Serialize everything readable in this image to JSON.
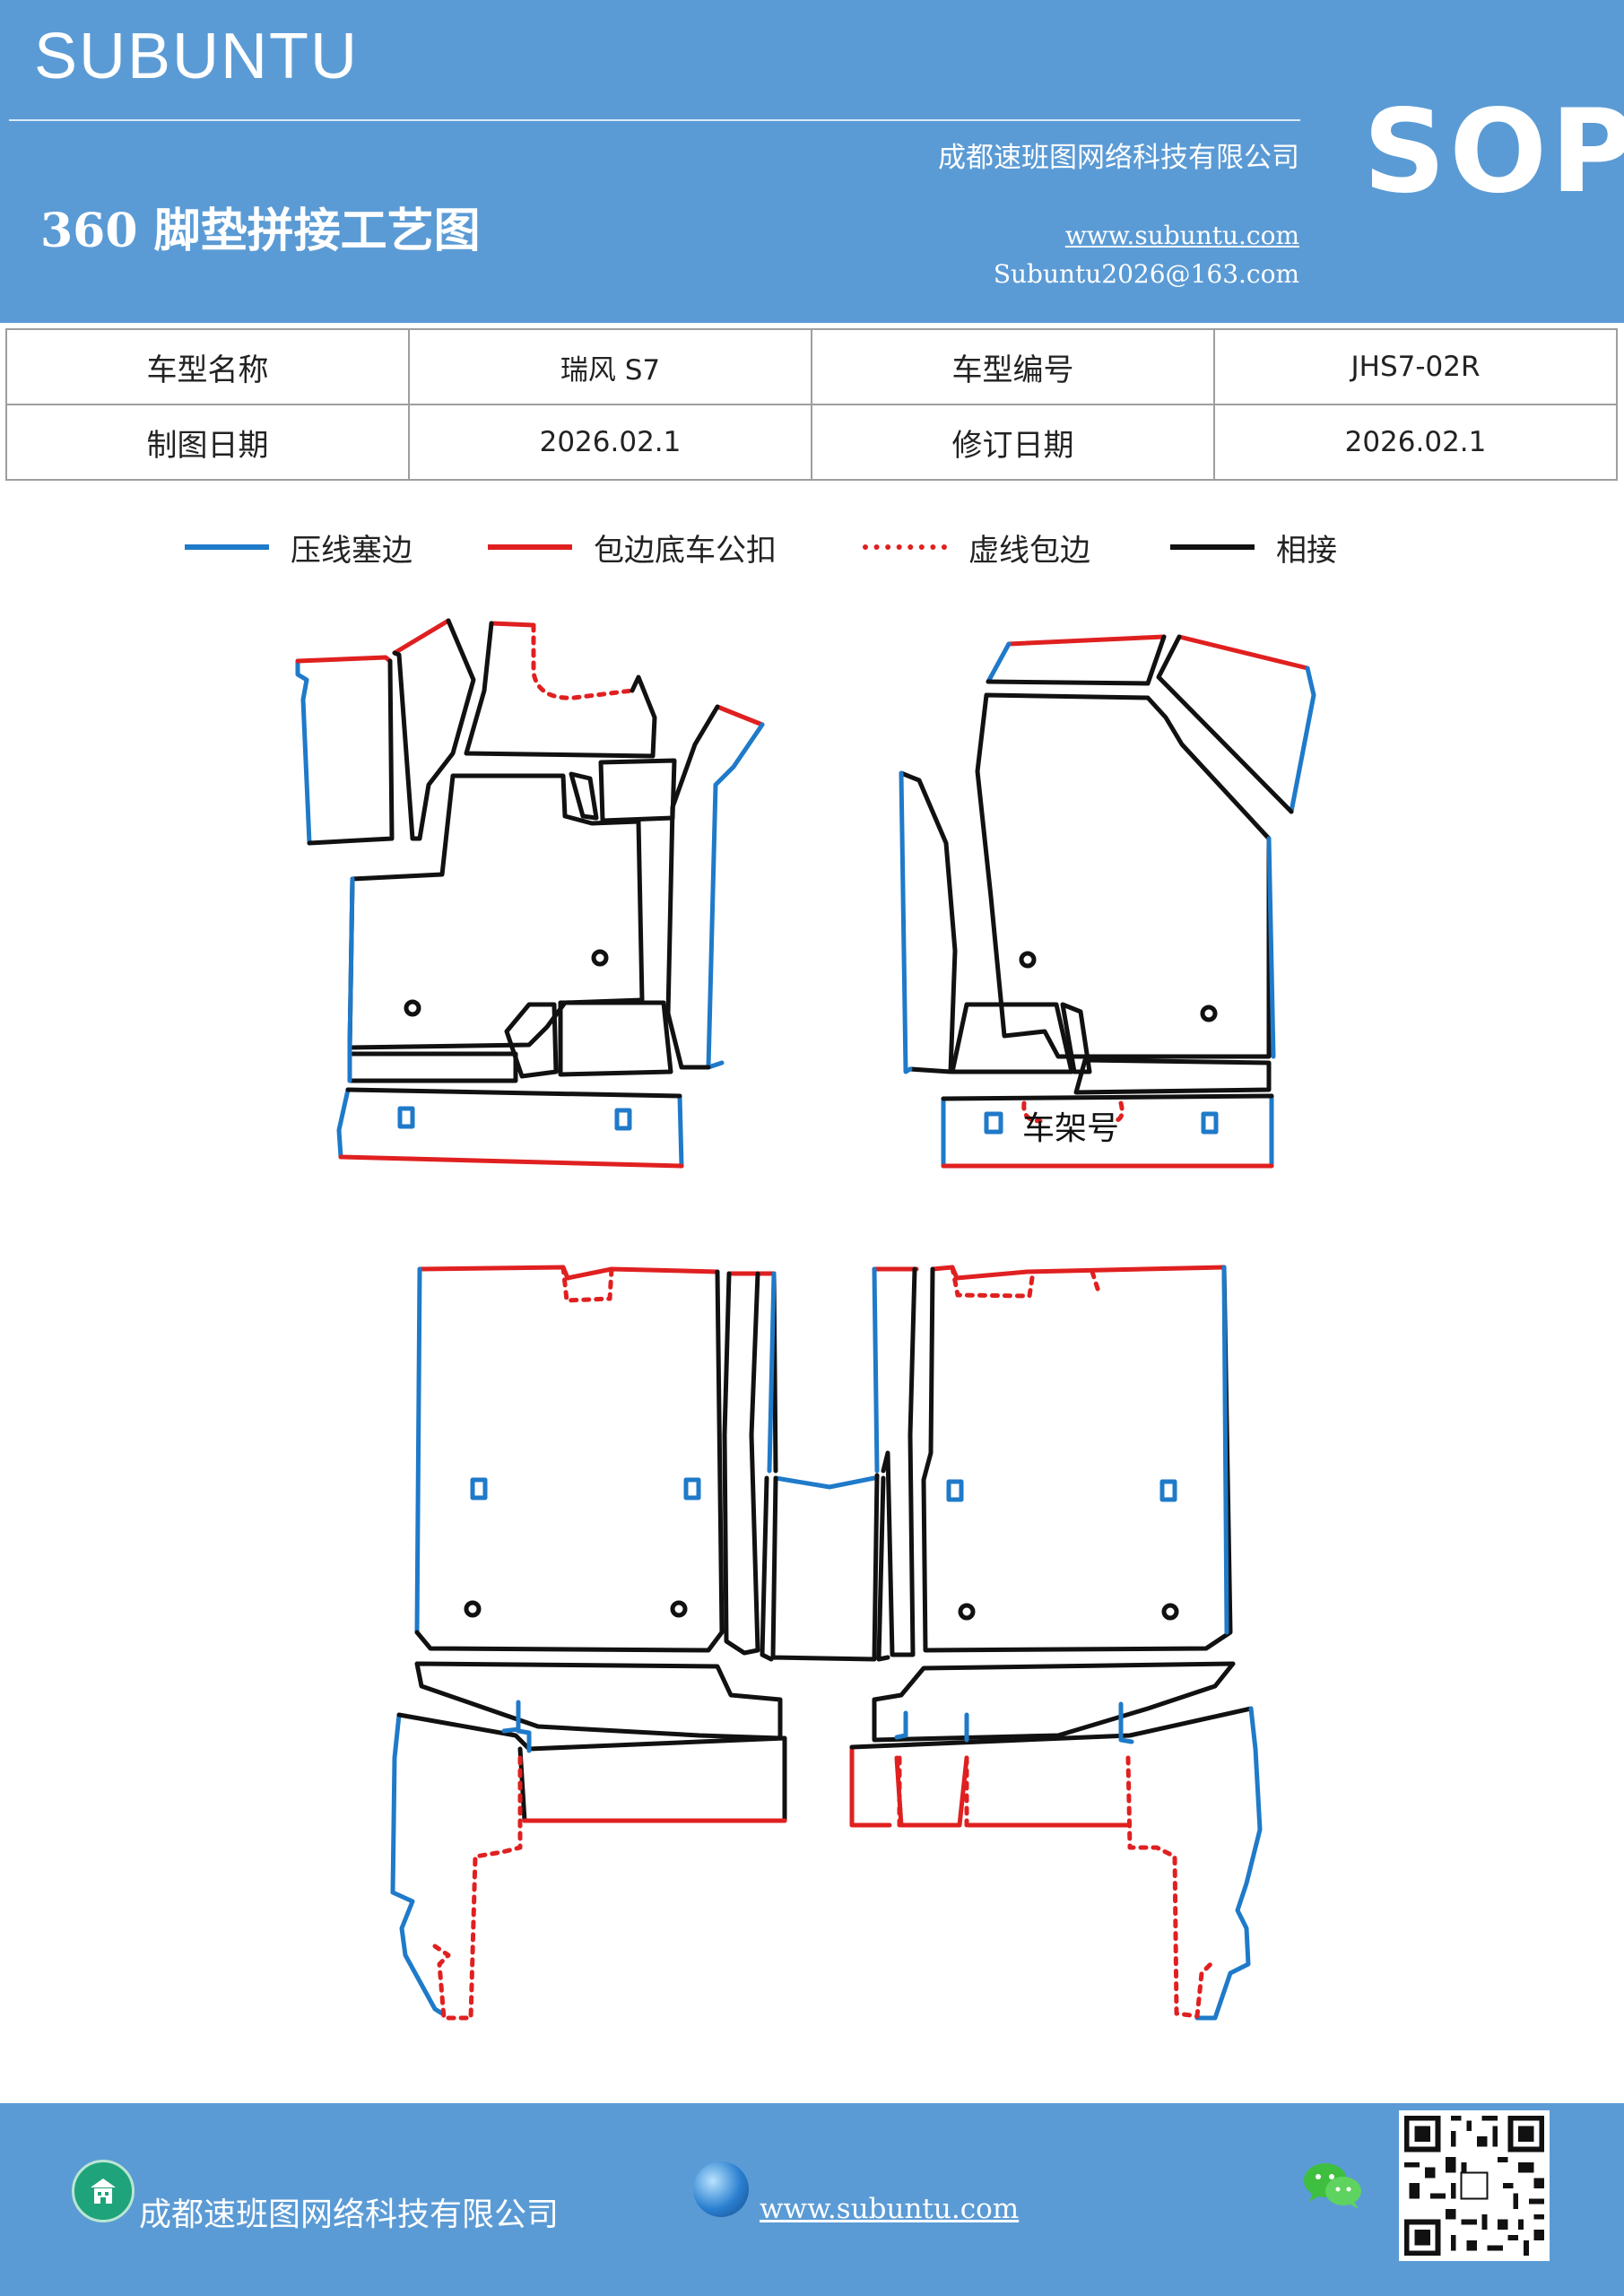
{
  "header": {
    "brand": "SUBUNTU",
    "badge": "SOP",
    "company": "成都速班图网络科技有限公司",
    "title": "360 脚垫拼接工艺图",
    "url": "www.subuntu.com",
    "email": "Subuntu2026@163.com"
  },
  "info_table": {
    "row1": {
      "label1": "车型名称",
      "value1": "瑞风 S7",
      "label2": "车型编号",
      "value2": "JHS7-02R"
    },
    "row2": {
      "label1": "制图日期",
      "value1": "2026.02.1",
      "label2": "修订日期",
      "value2": "2026.02.1"
    }
  },
  "legend": [
    {
      "label": "压线塞边",
      "color": "#1f7ac9",
      "style": "solid"
    },
    {
      "label": "包边底车公扣",
      "color": "#e02020",
      "style": "solid"
    },
    {
      "label": "虚线包边",
      "color": "#e02020",
      "style": "dotted"
    },
    {
      "label": "相接",
      "color": "#111111",
      "style": "solid"
    }
  ],
  "diagram": {
    "vin_label": "车架号"
  },
  "footer": {
    "company": "成都速班图网络科技有限公司",
    "url": "www.subuntu.com",
    "icons": [
      "company-icon",
      "globe-icon",
      "wechat-icon",
      "qr-code"
    ]
  }
}
